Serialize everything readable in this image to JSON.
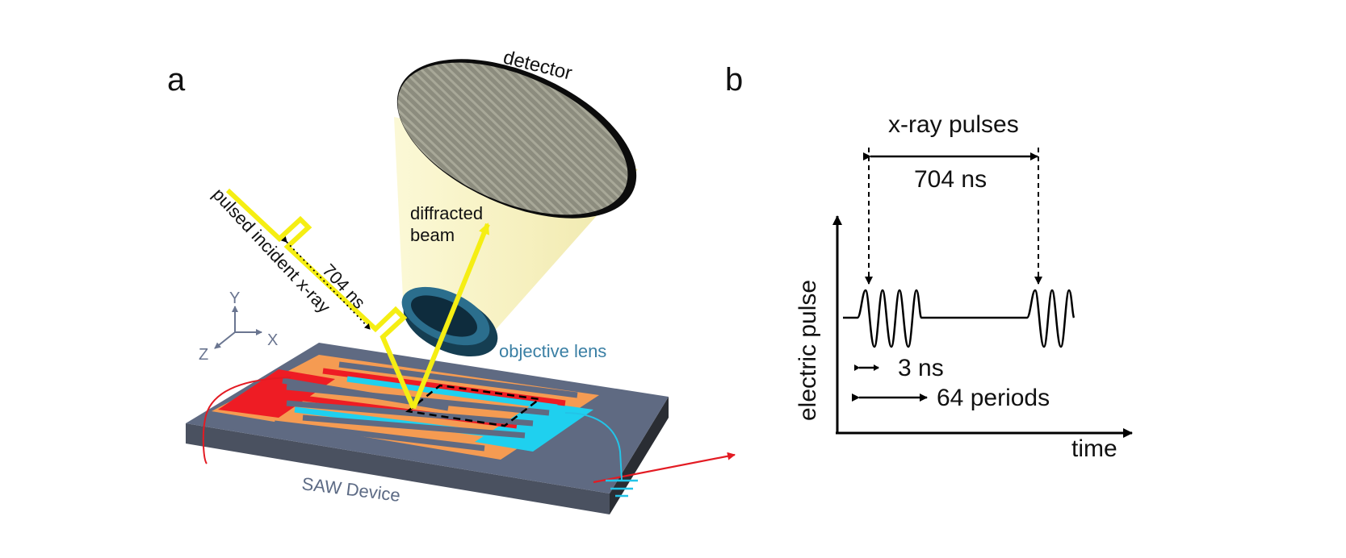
{
  "panel_a": {
    "label": "a",
    "detector": "detector",
    "diffracted_line1": "diffracted",
    "diffracted_line2": "beam",
    "objective_lens": "objective lens",
    "incident": "pulsed incident x-ray",
    "interval": "704 ns",
    "axis_y": "Y",
    "axis_x": "X",
    "axis_z": "Z",
    "device": "SAW Device"
  },
  "panel_b": {
    "label": "b",
    "pulses": "x-ray pulses",
    "interval": "704 ns",
    "ylabel": "electric pulse",
    "xlabel": "time",
    "period": "3 ns",
    "periods": "64 periods"
  },
  "colors": {
    "beam": "#f5ee13",
    "substrate_top": "#5f6a82",
    "electrode": "#f59b52",
    "red_pad": "#ee1c24",
    "cyan_pad": "#1fd0ef",
    "lens": "#1f5f7a",
    "lens_text": "#3a7fa4",
    "device_text": "#5d6b85",
    "red_wire": "#e31b23",
    "cyan_wire": "#23c4e8"
  }
}
